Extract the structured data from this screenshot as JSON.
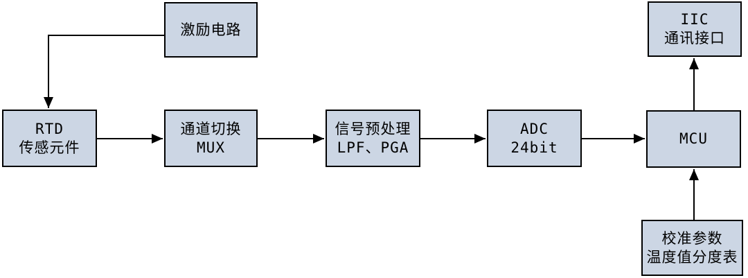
{
  "colors": {
    "background": "#ffffff",
    "block_fill": "#ccd6e4",
    "block_border": "#000000",
    "arrow": "#000000",
    "text": "#000000"
  },
  "blocks": {
    "excitation": {
      "line1": "激励电路"
    },
    "rtd": {
      "line1": "RTD",
      "line2": "传感元件"
    },
    "mux": {
      "line1": "通道切换",
      "line2": "MUX"
    },
    "preprocess": {
      "line1": "信号预处理",
      "line2": "LPF、PGA"
    },
    "adc": {
      "line1": "ADC",
      "line2": "24bit"
    },
    "mcu": {
      "line1": "MCU"
    },
    "iic": {
      "line1": "IIC",
      "line2": "通讯接口"
    },
    "calibration": {
      "line1": "校准参数",
      "line2": "温度值分度表"
    }
  },
  "connections": [
    {
      "from": "excitation",
      "to": "rtd"
    },
    {
      "from": "rtd",
      "to": "mux"
    },
    {
      "from": "mux",
      "to": "preprocess"
    },
    {
      "from": "preprocess",
      "to": "adc"
    },
    {
      "from": "adc",
      "to": "mcu"
    },
    {
      "from": "mcu",
      "to": "iic"
    },
    {
      "from": "calibration",
      "to": "mcu"
    }
  ]
}
